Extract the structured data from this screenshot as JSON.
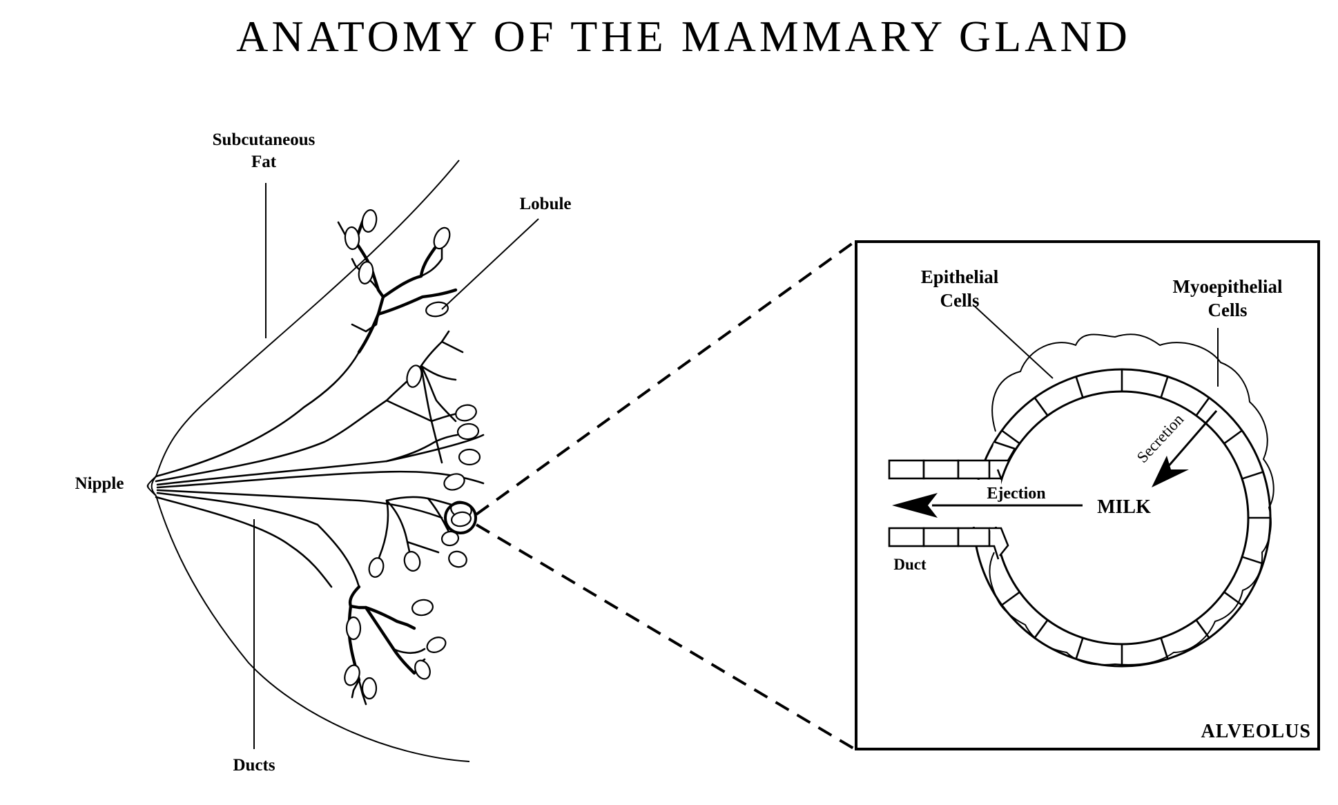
{
  "title": "ANATOMY OF THE MAMMARY GLAND",
  "labels": {
    "subcutaneous_fat_line1": "Subcutaneous",
    "subcutaneous_fat_line2": "Fat",
    "lobule": "Lobule",
    "nipple": "Nipple",
    "ducts": "Ducts"
  },
  "inset": {
    "epithelial_line1": "Epithelial",
    "epithelial_line2": "Cells",
    "myoepithelial_line1": "Myoepithelial",
    "myoepithelial_line2": "Cells",
    "secretion": "Secretion",
    "ejection": "Ejection",
    "milk": "MILK",
    "duct": "Duct",
    "alveolus": "ALVEOLUS"
  },
  "colors": {
    "ink": "#000000",
    "background": "#ffffff"
  }
}
